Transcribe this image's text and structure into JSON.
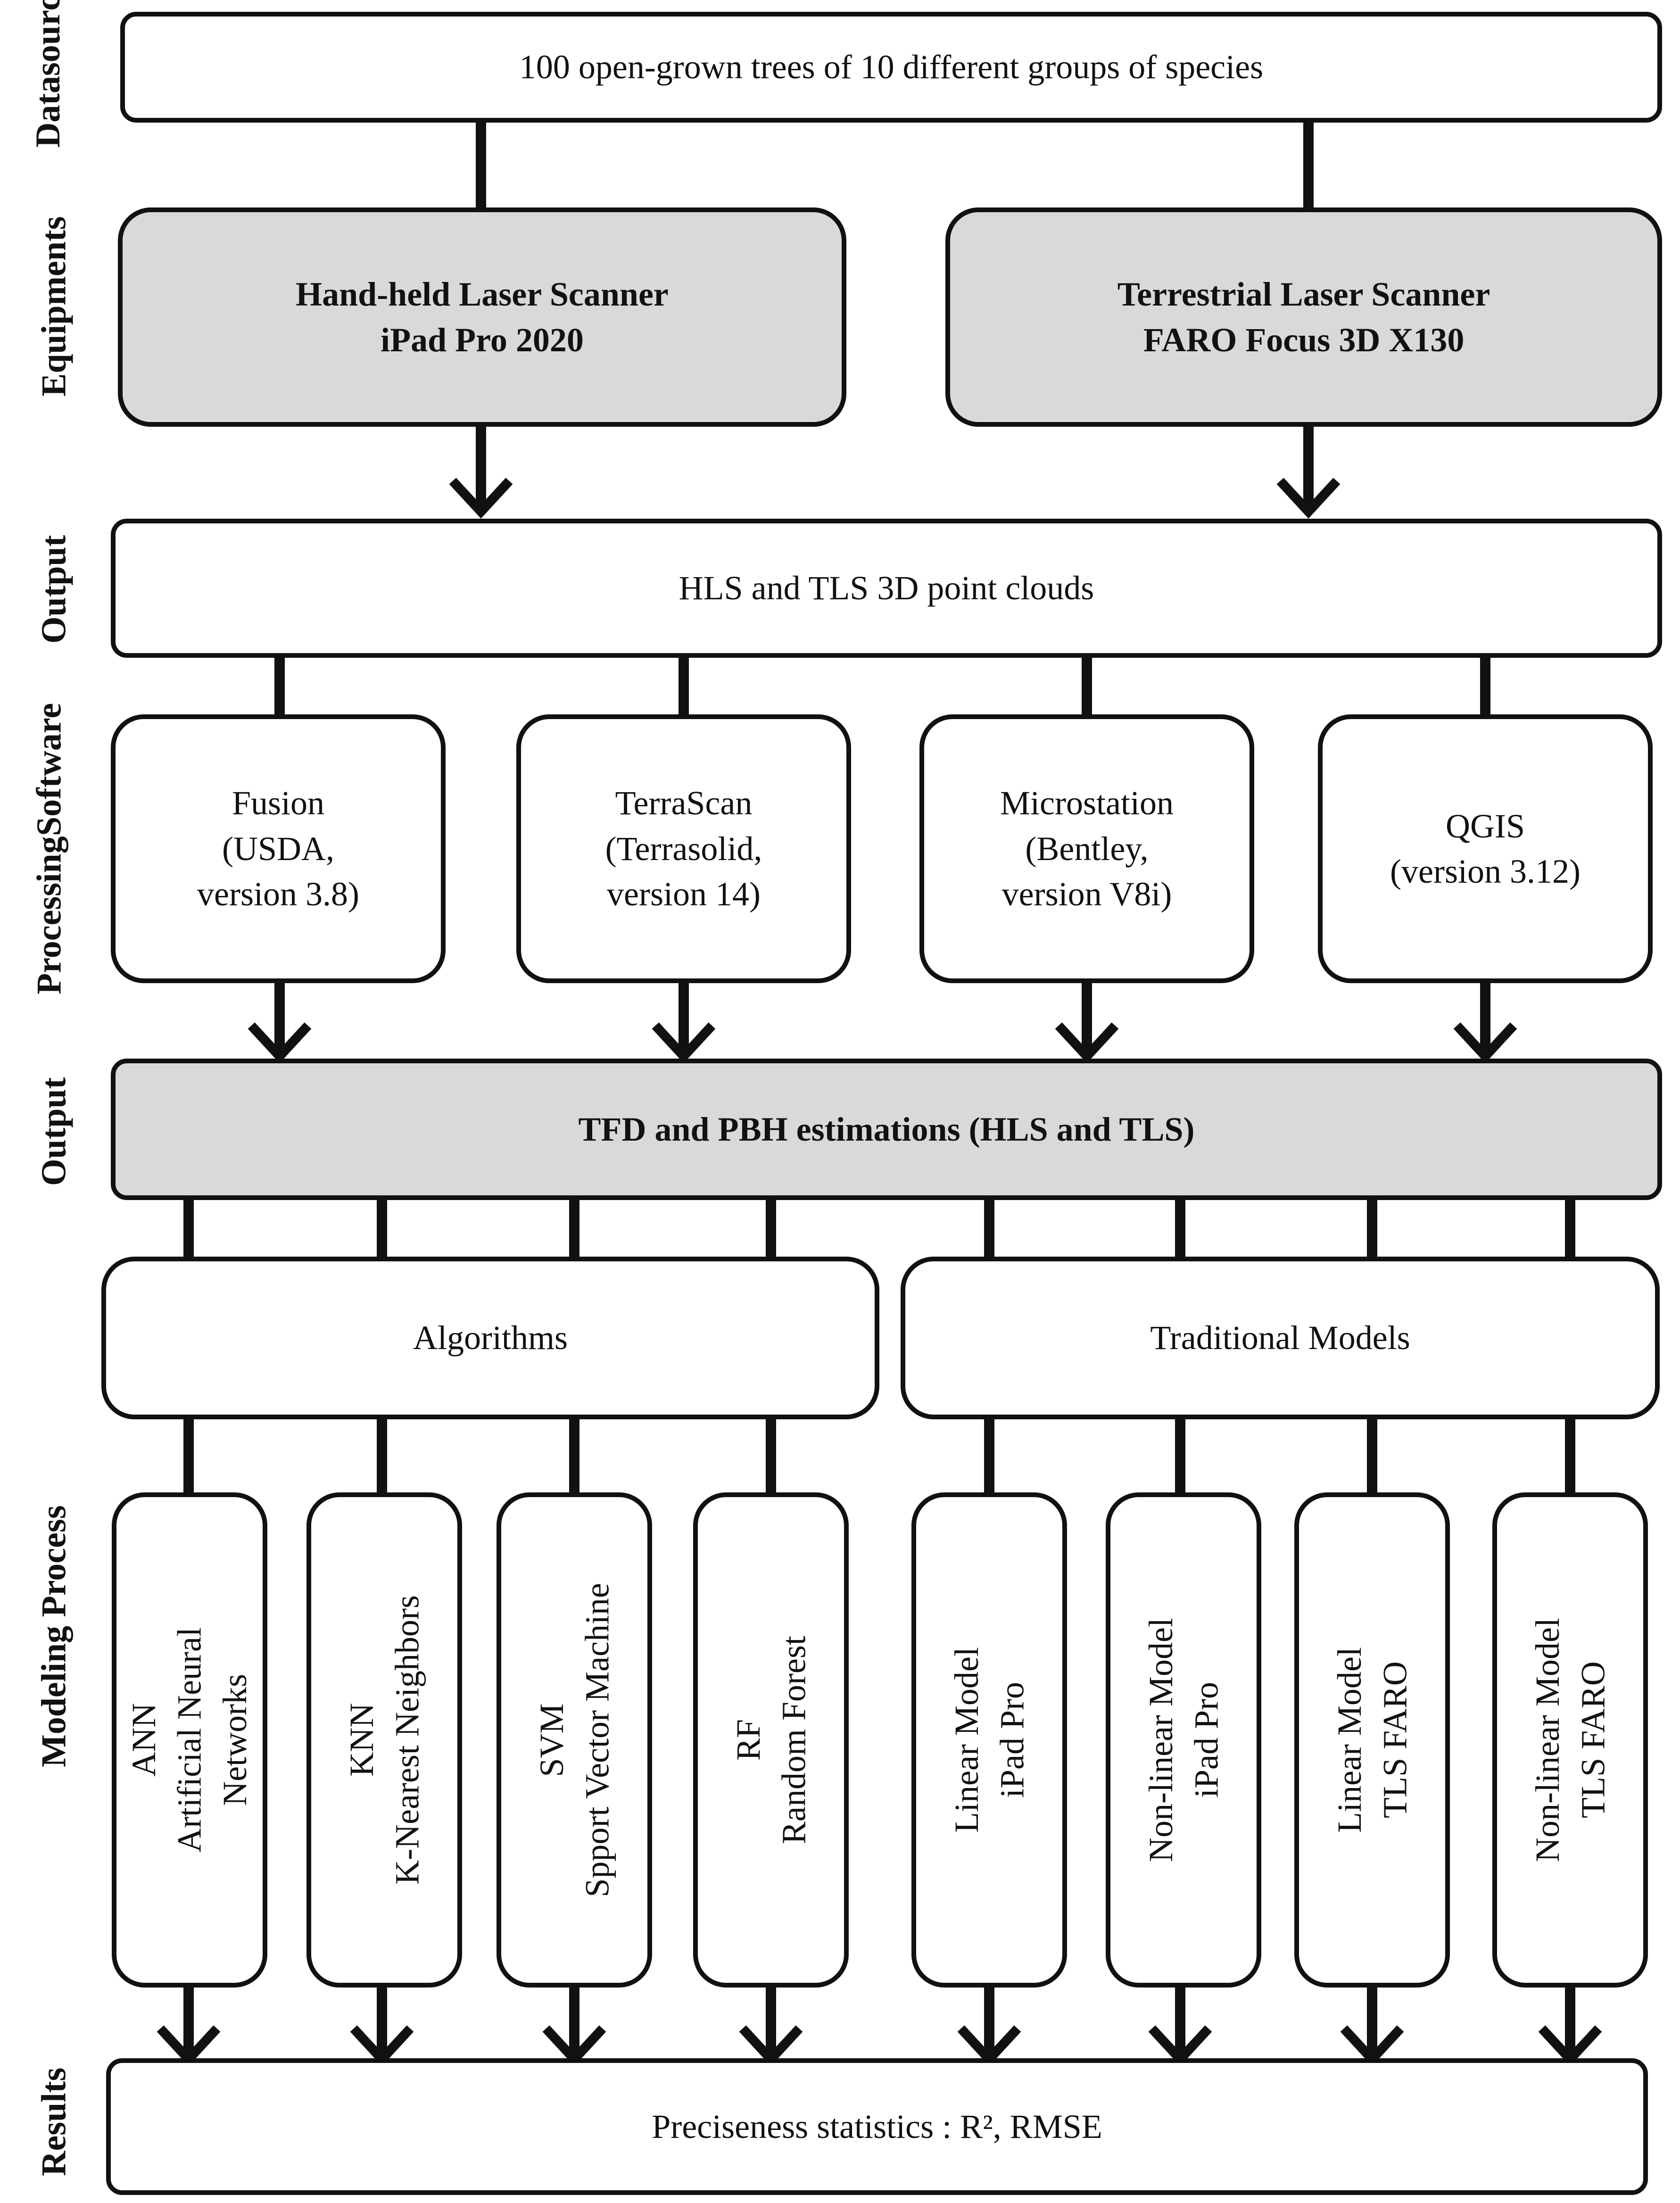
{
  "side_labels": {
    "data_source": [
      "Data",
      "source"
    ],
    "equipments": "Equipments",
    "output_1": "Output",
    "processing_software": [
      "Processing",
      "Software"
    ],
    "output_2": "Output",
    "modeling_process": "Modeling Process",
    "results": "Results"
  },
  "data_source": "100 open-grown trees of 10 different groups of species",
  "equipment": {
    "hls": [
      "Hand-held Laser Scanner",
      "iPad Pro 2020"
    ],
    "tls": [
      "Terrestrial Laser Scanner",
      "FARO Focus 3D X130"
    ]
  },
  "point_clouds": "HLS and TLS 3D point clouds",
  "software": {
    "fusion": [
      "Fusion",
      "(USDA,",
      "version 3.8)"
    ],
    "terrascan": [
      "TerraScan",
      "(Terrasolid,",
      "version 14)"
    ],
    "microstation": [
      "Microstation",
      "(Bentley,",
      "version V8i)"
    ],
    "qgis": [
      "QGIS",
      "(version 3.12)"
    ]
  },
  "estimations": "TFD and PBH estimations (HLS and TLS)",
  "groups": {
    "algorithms": "Algorithms",
    "traditional": "Traditional Models"
  },
  "models": {
    "ann": [
      "ANN",
      "Artificial Neural",
      "Networks"
    ],
    "knn": [
      "KNN",
      "K-Nearest Neighbors"
    ],
    "svm": [
      "SVM",
      "Spport Vector Machine"
    ],
    "rf": [
      "RF",
      "Random Forest"
    ],
    "lin_ipad": [
      "Linear Model",
      "iPad Pro"
    ],
    "nonlin_ipad": [
      "Non-linear Model",
      "iPad Pro"
    ],
    "lin_faro": [
      "Linear Model",
      "TLS FARO"
    ],
    "nonlin_faro": [
      "Non-linear Model",
      "TLS FARO"
    ]
  },
  "results": "Preciseness statistics : R², RMSE"
}
